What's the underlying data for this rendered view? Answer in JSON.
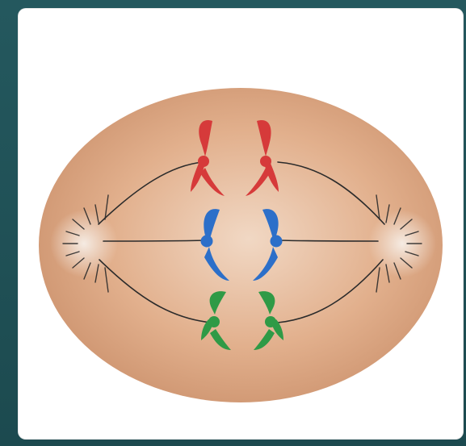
{
  "colors": {
    "frame": "#1f4d52",
    "panel": "#ffffff",
    "cell": "#d8a07a",
    "spindle": "#2b2b2b",
    "chromosome_top": "#d63a3a",
    "chromosome_middle": "#2c6fc9",
    "chromosome_bottom": "#2f9a46"
  },
  "diagram": {
    "kind": "anaphase-cell-division",
    "elements": [
      "cell-body",
      "spindle-pole-left",
      "spindle-pole-right",
      "spindle-fibers",
      "chromosome-red-left",
      "chromosome-red-right",
      "chromosome-blue-left",
      "chromosome-blue-right",
      "chromosome-green-left",
      "chromosome-green-right"
    ]
  }
}
